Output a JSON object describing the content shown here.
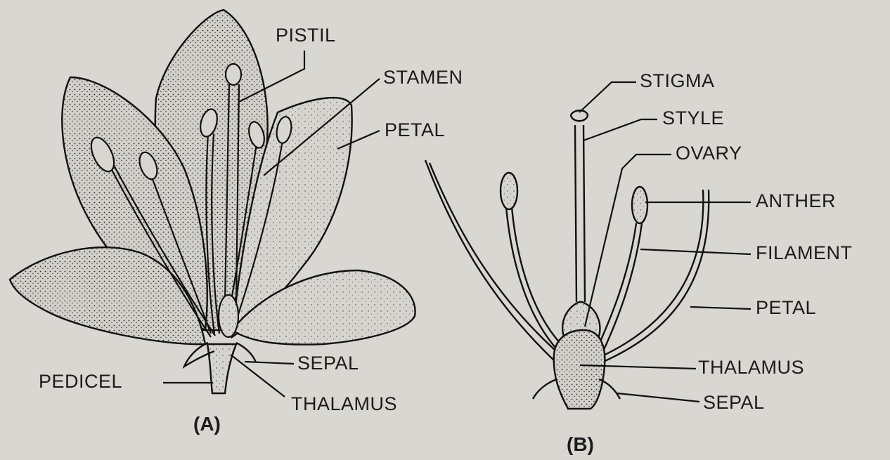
{
  "figure_a": {
    "caption": "(A)",
    "labels": {
      "pistil": "PISTIL",
      "stamen": "STAMEN",
      "petal": "PETAL",
      "sepal": "SEPAL",
      "pedicel": "PEDICEL",
      "thalamus": "THALAMUS"
    }
  },
  "figure_b": {
    "caption": "(B)",
    "labels": {
      "stigma": "STIGMA",
      "style": "STYLE",
      "ovary": "OVARY",
      "anther": "ANTHER",
      "filament": "FILAMENT",
      "petal": "PETAL",
      "thalamus": "THALAMUS",
      "sepal": "SEPAL"
    }
  }
}
